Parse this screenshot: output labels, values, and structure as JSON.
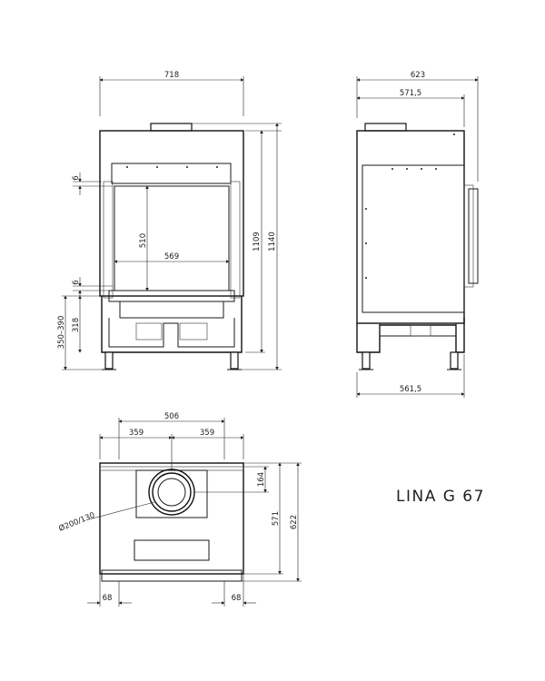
{
  "title": "LINA G 67",
  "front_view": {
    "width": "718",
    "height_outer": "1140",
    "height_inner": "1109",
    "window_width": "569",
    "window_height": "510",
    "gap_top": "6",
    "gap_bottom": "6",
    "base_height": "318",
    "leg_range": "350–390"
  },
  "side_view": {
    "depth": "623",
    "depth_top": "571,5",
    "depth_bottom": "561,5"
  },
  "top_view": {
    "width": "506",
    "half_left": "359",
    "half_right": "359",
    "flue_offset": "164",
    "depth_inner": "571",
    "depth_outer": "622",
    "flue_diameter": "Ø200/130",
    "margin_left": "68",
    "margin_right": "68"
  }
}
